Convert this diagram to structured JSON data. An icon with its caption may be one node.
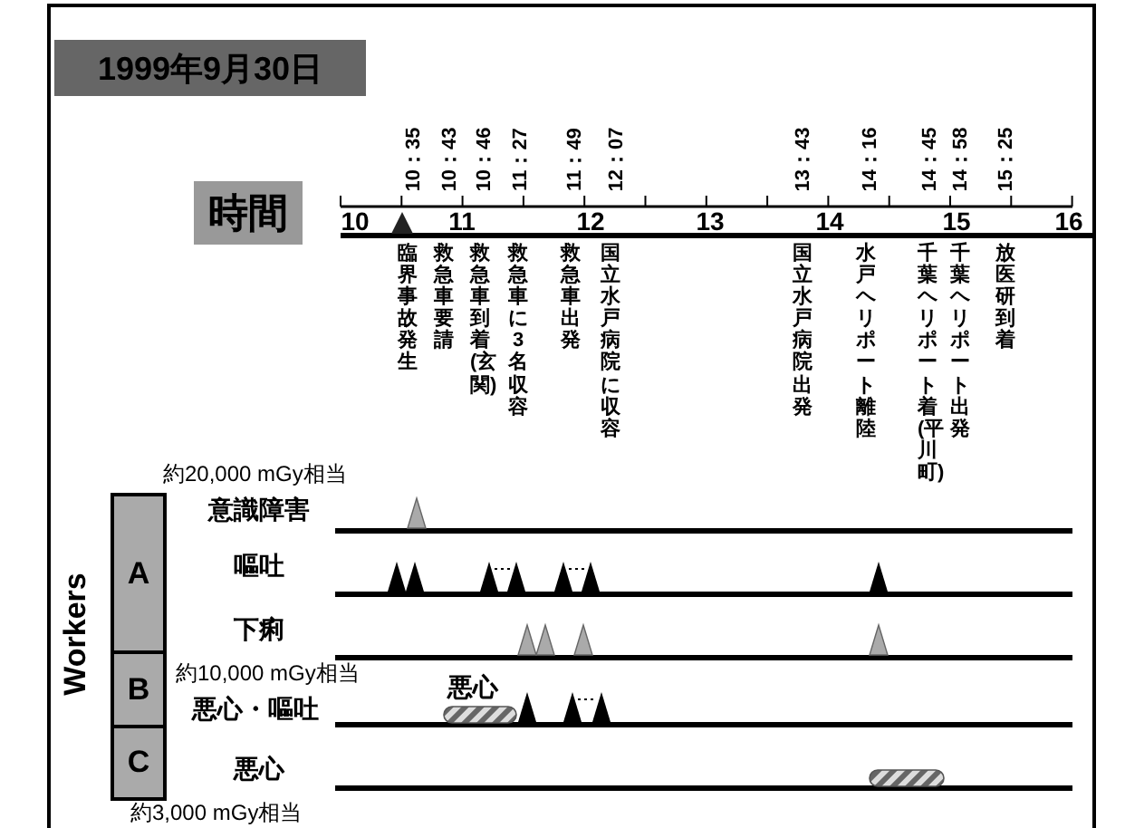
{
  "diagram": {
    "title": "1999年9月30日",
    "nodes": [
      {
        "text": [
          "A"
        ]
      },
      {
        "text": [
          "B"
        ]
      },
      {
        "text": [
          "C"
        ]
      }
    ],
    "labels": [
      "10：35",
      "10：43",
      "10：46",
      "11：27",
      "11：49",
      "12：07",
      "13：43",
      "14：16",
      "14：45",
      "14：58",
      "15：25",
      "時間",
      "10",
      "11",
      "12",
      "13",
      "14",
      "15",
      "16",
      "臨界事故発生",
      "救急車要請",
      "救急車到着(玄関)",
      "救急車に3名収容",
      "救急車出発",
      "国立水戸病院に収容",
      "国立水戸病院出発",
      "水戸ヘリポート離陸",
      "千葉ヘリポート着(平川町)",
      "千葉ヘリポート出発",
      "放医研到着",
      "約20,000 mGy相当",
      "意識障害",
      "嘔吐",
      "下痢",
      "約10,000 mGy相当",
      "悪心",
      "悪心・嘔吐",
      "悪心",
      "Workers",
      "約3,000 mGy相当"
    ]
  }
}
